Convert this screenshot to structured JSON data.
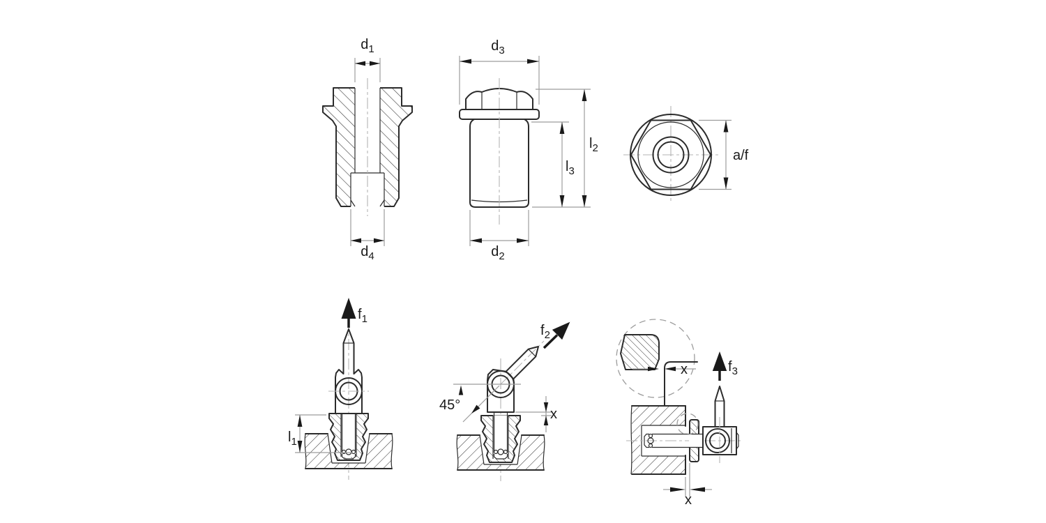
{
  "drawing": {
    "colors": {
      "background": "#ffffff",
      "outline": "#2b2b2b",
      "dimension_lines": "#9c9c9c",
      "centerlines": "#b3b3b3",
      "arrows_text": "#1a1a1a"
    },
    "views": {
      "section": {
        "dims": {
          "d1": {
            "base": "d",
            "sub": "1"
          },
          "d4": {
            "base": "d",
            "sub": "4"
          }
        }
      },
      "elevation": {
        "dims": {
          "d3": {
            "base": "d",
            "sub": "3"
          },
          "d2": {
            "base": "d",
            "sub": "2"
          },
          "l2": {
            "base": "l",
            "sub": "2"
          },
          "l3": {
            "base": "l",
            "sub": "3"
          }
        }
      },
      "plan": {
        "dims": {
          "af": "a/f"
        }
      },
      "load_axial": {
        "dims": {
          "f1": {
            "base": "f",
            "sub": "1"
          },
          "l1": {
            "base": "l",
            "sub": "1"
          }
        }
      },
      "load_angled": {
        "dims": {
          "f2": {
            "base": "f",
            "sub": "2"
          },
          "angle": "45°",
          "x": "x"
        }
      },
      "load_lateral": {
        "dims": {
          "f3": {
            "base": "f",
            "sub": "3"
          },
          "x_detail": "x",
          "x_offset": "x"
        }
      }
    }
  }
}
